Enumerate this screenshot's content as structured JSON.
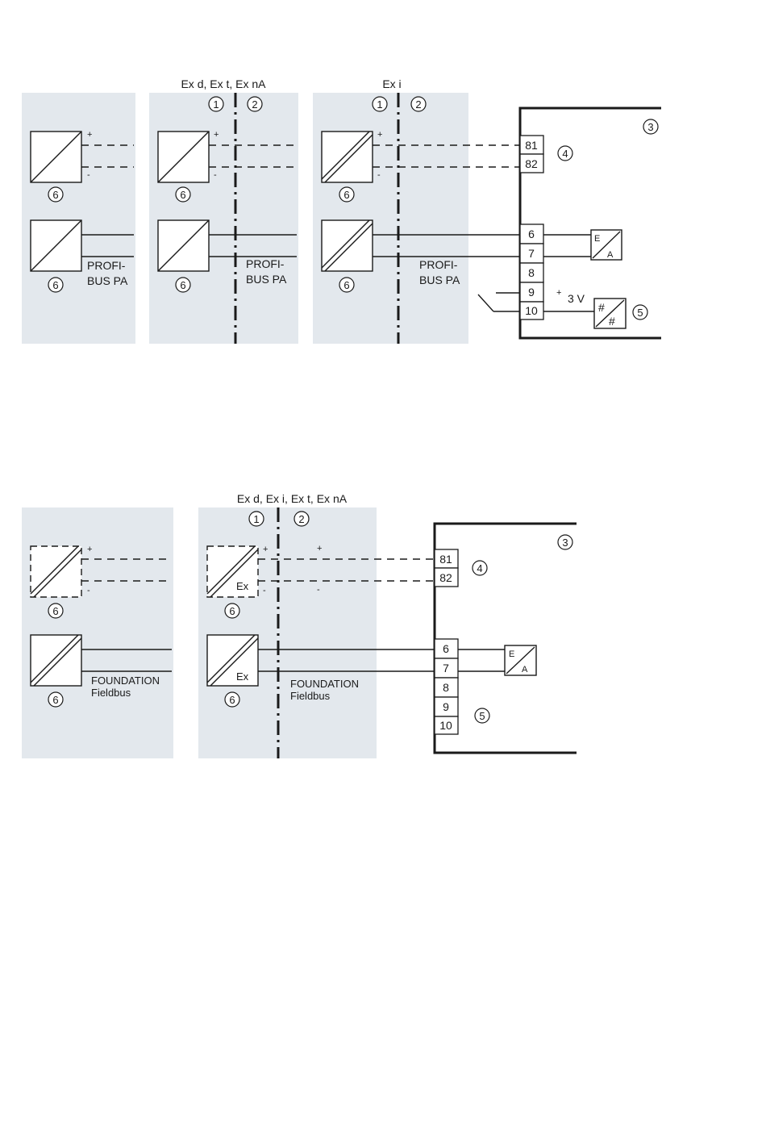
{
  "top": {
    "header_exd": "Ex d, Ex t, Ex nA",
    "header_exi": "Ex i",
    "callouts": {
      "c1": "1",
      "c2": "2",
      "c3": "3",
      "c4": "4",
      "c5": "5",
      "c6": "6"
    },
    "plus": "+",
    "minus": "-",
    "bus_line1": "PROFI-",
    "bus_line2": "BUS PA",
    "terminals": [
      "81",
      "82",
      "6",
      "7",
      "8",
      "9",
      "10"
    ],
    "voltage": "3 V",
    "converter_e": "E",
    "converter_a": "A",
    "digital_symbol": "#"
  },
  "bottom": {
    "header": "Ex d, Ex i, Ex t, Ex nA",
    "callouts": {
      "c1": "1",
      "c2": "2",
      "c3": "3",
      "c4": "4",
      "c5": "5",
      "c6": "6"
    },
    "plus": "+",
    "minus": "-",
    "ex_label": "Ex",
    "bus_line1": "FOUNDATION",
    "bus_line2": "Fieldbus",
    "terminals": [
      "81",
      "82",
      "6",
      "7",
      "8",
      "9",
      "10"
    ],
    "converter_e": "E",
    "converter_a": "A"
  }
}
